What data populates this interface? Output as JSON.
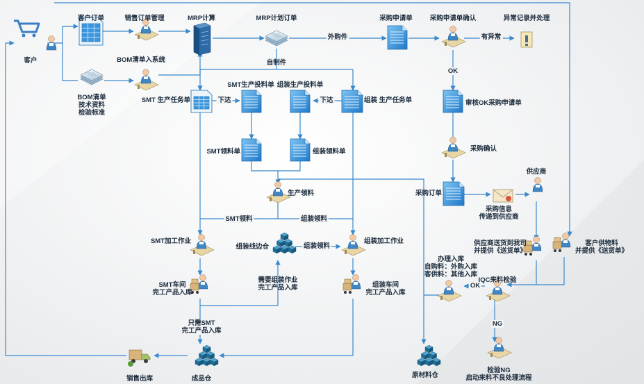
{
  "colors": {
    "line": "#3a88cc",
    "doc_fill": "#2f8fdb",
    "doc_light": "#9fd2f5",
    "cube": "#1f6f99",
    "text": "#1c2c3c",
    "background": "#f3f4f5"
  },
  "labels": {
    "customer": "客户",
    "customer_order": "客户订单",
    "sales_order_mgmt": "销售订单管理",
    "mrp_calc": "MRP计算",
    "mrp_plan_order": "MRP计划订单",
    "purchase_request": "采购申请单",
    "purchase_request_confirm": "采购申请单确认",
    "exception_record": "异常记录并处理",
    "outsourced": "外购件",
    "has_exception": "有异常",
    "bom_input": "BOM清单入系统",
    "bom_docs": [
      "BOM清单",
      "技术资料",
      "检验标准"
    ],
    "self_made": "自制件",
    "ok1": "OK",
    "smt_task": "SMT 生产任务单",
    "smt_pick_list": "SMT生产投料单",
    "asm_pick_list": "组装生产投料单",
    "asm_task": "组装 生产任务单",
    "issue1": "下达",
    "issue2": "下达",
    "approve_request": "审核OK采购申请单",
    "smt_material_req": "SMT领料单",
    "asm_material_req": "组装领料单",
    "purchase_confirm": "采购确认",
    "production_picking": "生产领料",
    "supplier": "供应商",
    "purchase_order": "采购订单",
    "purchase_info": [
      "采购信息",
      "传递到供应商"
    ],
    "smt_picking": "SMT领料",
    "asm_picking": "组装领料",
    "smt_processing": "SMT加工作业",
    "asm_side_wh": "组装线边仓",
    "asm_picking2": "组装领料",
    "asm_processing": "组装加工作业",
    "supplier_delivery": [
      "供应商送货到我司",
      "并提供《送货单》"
    ],
    "customer_material": [
      "客户供物料",
      "并提供《送货单》"
    ],
    "receive_in": [
      "办理入库",
      "自购料：外购入库",
      "客供料：其他入库"
    ],
    "iqc": "IQC来料检验",
    "ok2": "OK",
    "smt_wh_in": [
      "SMT车间",
      "完工产品入库"
    ],
    "need_asm": [
      "需要组装作业",
      "完工产品入库"
    ],
    "asm_wh_in": [
      "组装车间",
      "完工产品入库"
    ],
    "smt_only": [
      "只需SMT",
      "完工产品入库"
    ],
    "ng": "NG",
    "ng_flow": [
      "检验NG",
      "启动来料不良处理流程"
    ],
    "sales_out": "销售出库",
    "finished_wh": "成品仓",
    "raw_wh": "原材料仓"
  }
}
